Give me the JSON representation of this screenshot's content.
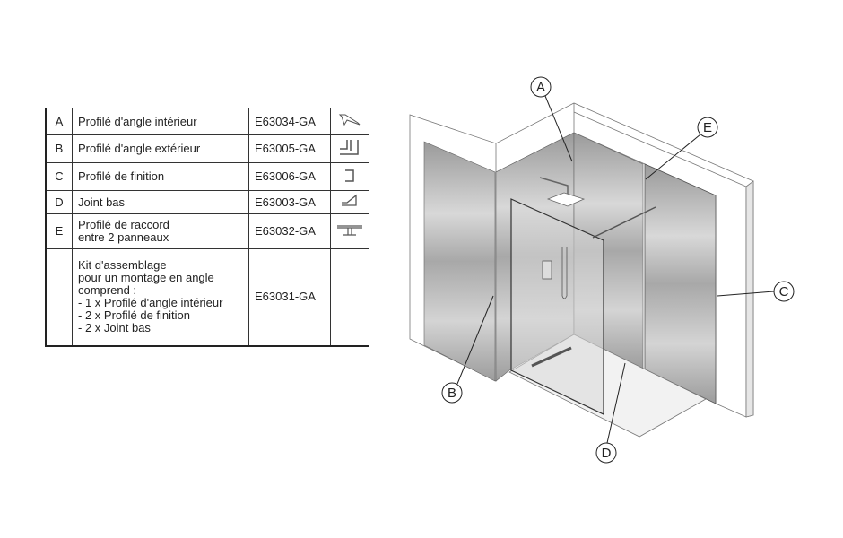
{
  "parts_table": {
    "rows": [
      {
        "letter": "A",
        "name": "Profilé d'angle intérieur",
        "code": "E63034-GA",
        "icon": "inner-angle-profile-icon"
      },
      {
        "letter": "B",
        "name": "Profilé d'angle extérieur",
        "code": "E63005-GA",
        "icon": "outer-angle-profile-icon"
      },
      {
        "letter": "C",
        "name": "Profilé de finition",
        "code": "E63006-GA",
        "icon": "finishing-profile-icon"
      },
      {
        "letter": "D",
        "name": "Joint bas",
        "code": "E63003-GA",
        "icon": "bottom-seal-icon"
      },
      {
        "letter": "E",
        "name_lines": [
          "Profilé de raccord",
          "entre 2 panneaux"
        ],
        "code": "E63032-GA",
        "icon": "panel-joint-profile-icon"
      }
    ],
    "kit": {
      "lines": [
        "Kit d'assemblage",
        "pour un montage en angle",
        "comprend :",
        "- 1 x Profilé d'angle intérieur",
        "- 2 x Profilé de finition",
        "- 2 x Joint bas"
      ],
      "code": "E63031-GA"
    }
  },
  "diagram": {
    "callouts": [
      "A",
      "B",
      "C",
      "D",
      "E"
    ]
  }
}
